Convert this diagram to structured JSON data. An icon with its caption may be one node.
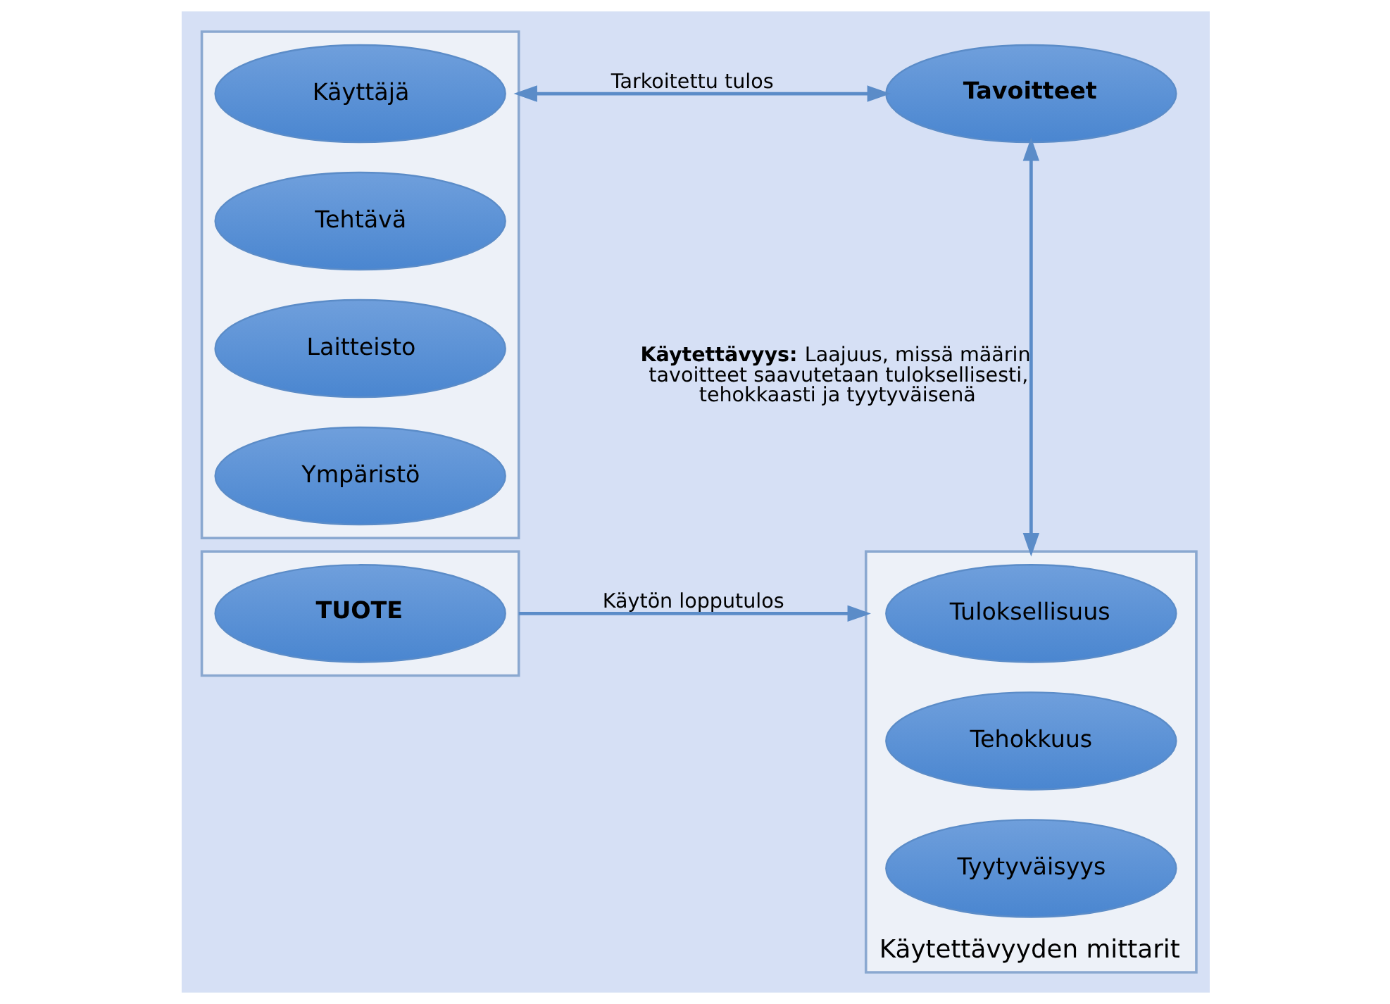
{
  "diagram": {
    "nodes": [
      {
        "text": [],
        "shape": "box"
      },
      {
        "text": [
          "Käyttäjä"
        ],
        "in": 0
      },
      {
        "text": [
          "Tehtävä"
        ],
        "in": 0
      },
      {
        "text": [
          "Laitteisto"
        ],
        "in": 0
      },
      {
        "text": [
          "Ympäristö"
        ],
        "in": 0
      },
      {
        "text": [],
        "shape": "box"
      },
      {
        "text": [
          "TUOTE"
        ],
        "in": 5
      },
      {
        "text": [
          "Tavoitteet"
        ]
      },
      {
        "text": [
          "Käytettävyyden mittarit"
        ]
      },
      {
        "text": [
          "Tuloksellisuus"
        ],
        "in": 8
      },
      {
        "text": [
          "Tehokkuus"
        ],
        "in": 8
      },
      {
        "text": [
          "Tyytyväisyys"
        ],
        "in": 8
      }
    ],
    "edges": [
      {
        "from": 0,
        "to": 7,
        "arrow": "both",
        "label": "Tarkoitettu tulos"
      },
      {
        "from": 7,
        "to": 8,
        "arrow": "both",
        "label": "**Käytettävyys:** Laajuus, missä määrin tavoitteet saavutetaan tuloksellisesti, tehokkaasti ja tyytyväisenä"
      },
      {
        "from": 5,
        "to": 8,
        "arrow": "to",
        "label": "Käytön lopputulos"
      }
    ]
  }
}
